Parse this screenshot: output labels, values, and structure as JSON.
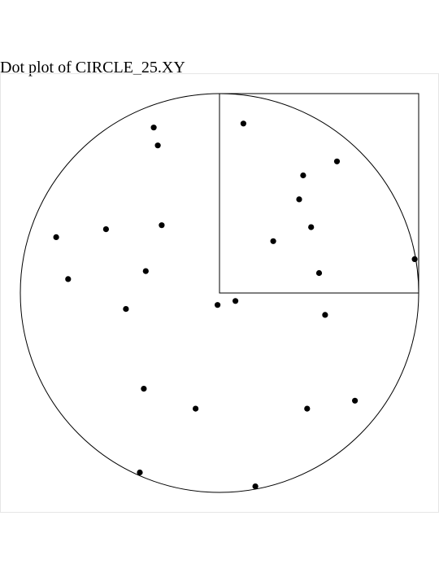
{
  "chart_data": {
    "type": "scatter",
    "title": "Dot plot of CIRCLE_25.XY",
    "xlabel": "",
    "ylabel": "",
    "xlim": [
      -1,
      1
    ],
    "ylim": [
      -1,
      1
    ],
    "grid": false,
    "shapes": {
      "circle": {
        "center": [
          0,
          0
        ],
        "radius": 1
      },
      "square": {
        "x": [
          0,
          1
        ],
        "y": [
          0,
          1
        ]
      }
    },
    "points": [
      {
        "x": -0.33,
        "y": 0.83
      },
      {
        "x": -0.31,
        "y": 0.74
      },
      {
        "x": 0.12,
        "y": 0.85
      },
      {
        "x": 0.59,
        "y": 0.66
      },
      {
        "x": 0.42,
        "y": 0.59
      },
      {
        "x": 0.4,
        "y": 0.47
      },
      {
        "x": -0.57,
        "y": 0.32
      },
      {
        "x": -0.29,
        "y": 0.34
      },
      {
        "x": -0.82,
        "y": 0.28
      },
      {
        "x": 0.46,
        "y": 0.33
      },
      {
        "x": 0.27,
        "y": 0.26
      },
      {
        "x": 0.98,
        "y": 0.17
      },
      {
        "x": -0.37,
        "y": 0.11
      },
      {
        "x": -0.76,
        "y": 0.07
      },
      {
        "x": 0.5,
        "y": 0.1
      },
      {
        "x": -0.01,
        "y": -0.06
      },
      {
        "x": 0.08,
        "y": -0.04
      },
      {
        "x": -0.47,
        "y": -0.08
      },
      {
        "x": 0.53,
        "y": -0.11
      },
      {
        "x": -0.38,
        "y": -0.48
      },
      {
        "x": -0.12,
        "y": -0.58
      },
      {
        "x": 0.44,
        "y": -0.58
      },
      {
        "x": 0.68,
        "y": -0.54
      },
      {
        "x": -0.4,
        "y": -0.9
      },
      {
        "x": 0.18,
        "y": -0.97
      }
    ]
  }
}
